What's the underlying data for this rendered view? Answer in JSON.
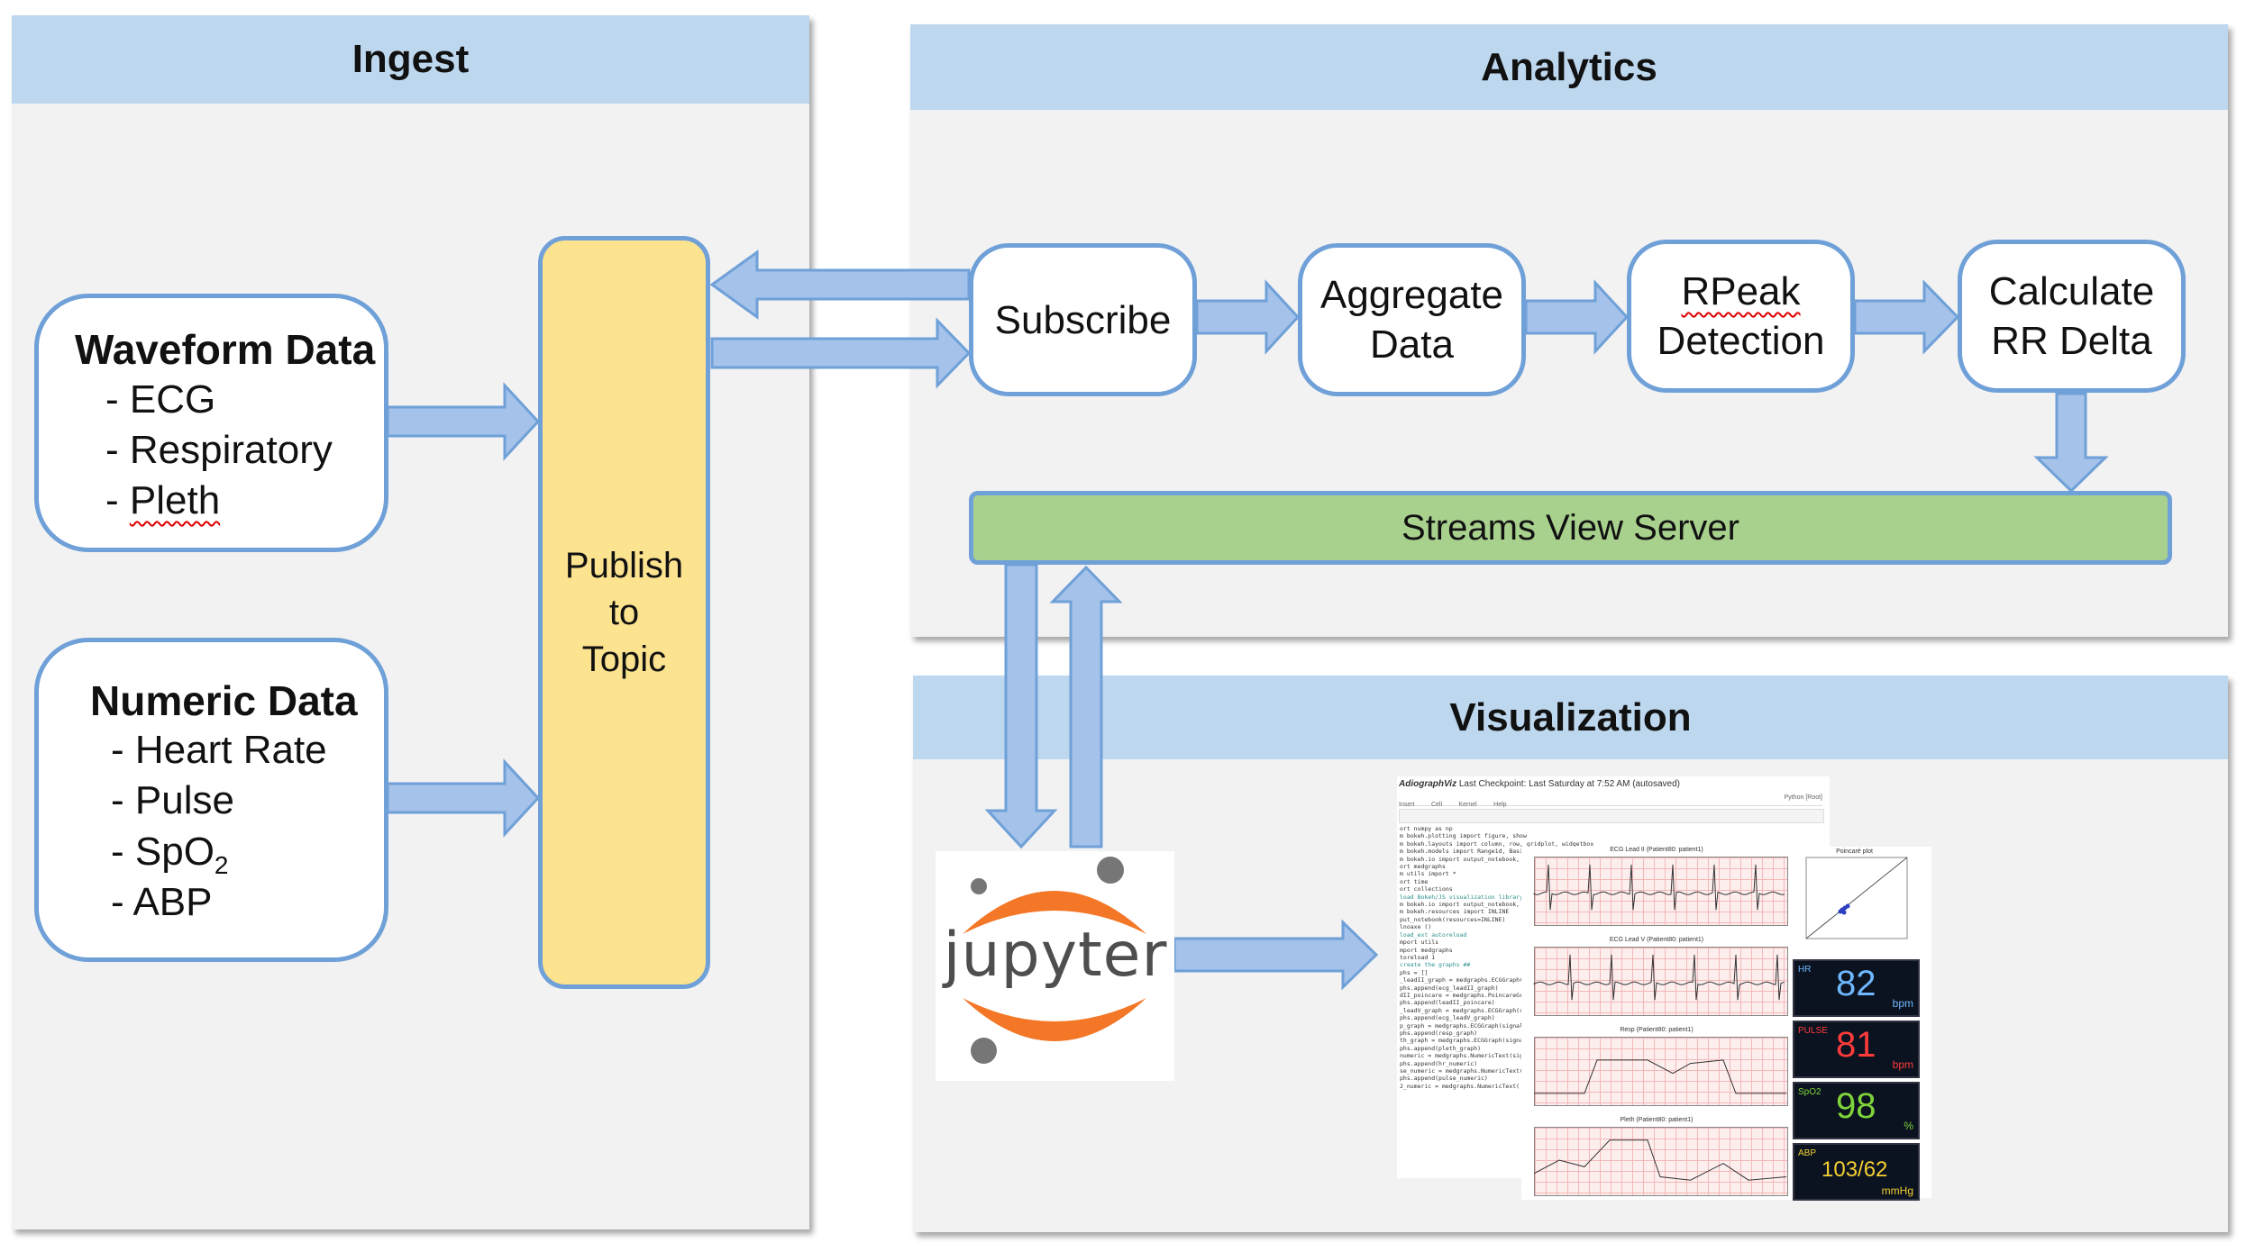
{
  "panels": {
    "ingest": {
      "title": "Ingest"
    },
    "analytics": {
      "title": "Analytics"
    },
    "visualization": {
      "title": "Visualization"
    }
  },
  "ingest": {
    "waveform": {
      "title": "Waveform Data",
      "items": [
        "- ECG",
        "- Respiratory",
        "- ",
        "Pleth"
      ]
    },
    "numeric": {
      "title": "Numeric Data",
      "items": [
        "- Heart Rate",
        "- Pulse",
        "- SpO",
        "2",
        "- ABP"
      ]
    },
    "publish": {
      "line1": "Publish",
      "line2": "to",
      "line3": "Topic"
    }
  },
  "analytics": {
    "subscribe": "Subscribe",
    "aggregate": {
      "line1": "Aggregate",
      "line2": "Data"
    },
    "rpeak": {
      "line1": "RPeak",
      "line2": "Detection"
    },
    "rr": {
      "line1": "Calculate",
      "line2": "RR Delta"
    },
    "streams": "Streams View Server"
  },
  "visualization": {
    "jupyter_word": "jupyter",
    "notebook": {
      "title": "AdiographViz",
      "checkpoint": "Last Checkpoint: Last Saturday at 7:52 AM (autosaved)",
      "menu": [
        "Insert",
        "Cell",
        "Kernel",
        "Help"
      ],
      "kernel": "Python [Root]",
      "code_lines": [
        "ort numpy as np",
        "m bokeh.plotting import figure, show",
        "m bokeh.layouts import column, row, gridplot, widgetbox",
        "m bokeh.models import Range1d, BasicT",
        "m bokeh.io import output_notebook,",
        "ort medgraphs",
        "m utils import *",
        "ort time",
        "ort collections",
        "",
        "load Bokeh/JS visualization library",
        "m bokeh.io import output_notebook,",
        "m bokeh.resources import INLINE",
        "put_notebook(resources=INLINE)",
        "lnoaxe ()",
        "load_ext autoreload",
        "mport utils",
        "mport medgraphs",
        "toreload 1",
        "",
        "",
        "create the graphs ##",
        "phs = []",
        "",
        "_leadII_graph = medgraphs.ECGGraph(",
        "phs.append(ecg_leadII_graph)",
        "",
        "dII_poincare = medgraphs.PoincareGr",
        "phs.append(leadII_poincare)",
        "",
        "_leadV_graph = medgraphs.ECGGraph(s",
        "phs.append(ecg_leadV_graph)",
        "",
        "p_graph = medgraphs.ECGGraph(signal",
        "phs.append(resp_graph)",
        "",
        "th_graph = medgraphs.ECGGraph(signal",
        "phs.append(pleth_graph)",
        "",
        "numeric = medgraphs.NumericText(sig",
        "phs.append(hr_numeric)",
        "",
        "se_numeric = medgraphs.NumericText(",
        "phs.append(pulse_numeric)",
        "",
        "2_numeric = medgraphs.NumericText("
      ]
    },
    "charts": [
      {
        "title": "ECG Lead II (Patient80: patient1)"
      },
      {
        "title": "ECG Lead V (Patient80: patient1)"
      },
      {
        "title": "Resp (Patient80: patient1)"
      },
      {
        "title": "Pleth (Patient80: patient1)"
      }
    ],
    "poincare": {
      "title": "Poincaré plot"
    },
    "vitals": [
      {
        "label": "HR",
        "value": "82",
        "unit": "bpm",
        "color": "#6fb7ff"
      },
      {
        "label": "PULSE",
        "value": "81",
        "unit": "bpm",
        "color": "#ff3b3b"
      },
      {
        "label": "SpO2",
        "value": "98",
        "unit": "%",
        "color": "#7fd43a"
      },
      {
        "label": "ABP",
        "value": "103/62",
        "unit": "mmHg",
        "color": "#f5d033"
      }
    ]
  },
  "colors": {
    "header": "#bdd7ee",
    "panel": "#f2f2f2",
    "node_border": "#6fa0d8",
    "arrow_fill": "#a4c2ea",
    "publish_fill": "#fce38f",
    "streams_fill": "#a9d18e",
    "jupyter_orange": "#f37726"
  }
}
